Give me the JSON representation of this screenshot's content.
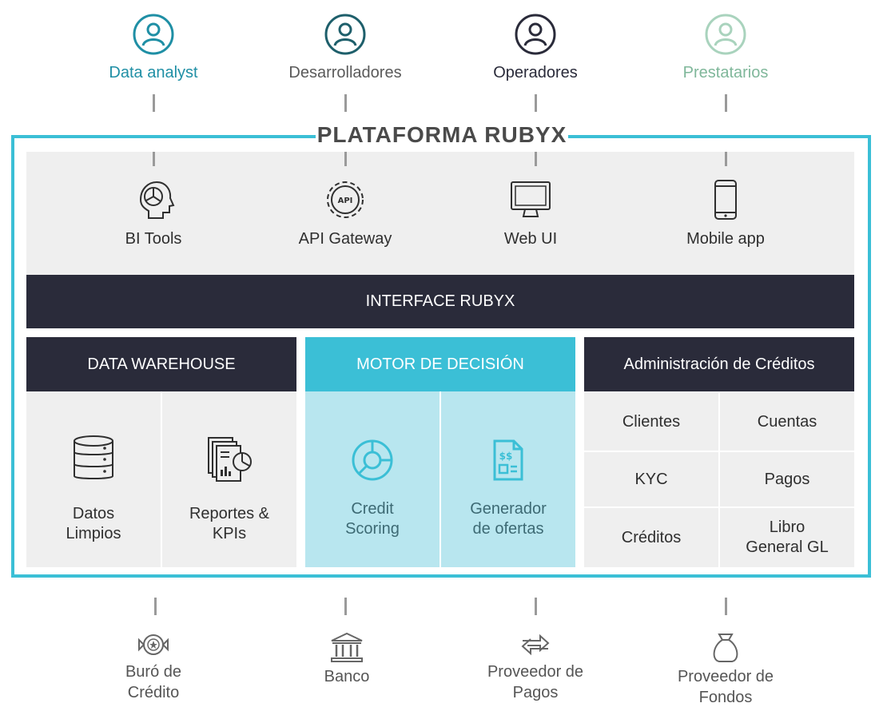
{
  "users": [
    {
      "label": "Data analyst",
      "color": "#1f8fa5"
    },
    {
      "label": "Desarrolladores",
      "color": "#5a5a5a"
    },
    {
      "label": "Operadores",
      "color": "#2a2b3a"
    },
    {
      "label": "Prestatarios",
      "color": "#7fb79a"
    }
  ],
  "platform_title": "PLATAFORMA RUBYX",
  "channels": [
    {
      "label": "BI Tools",
      "icon": "head-chart-icon"
    },
    {
      "label": "API Gateway",
      "icon": "api-gear-icon"
    },
    {
      "label": "Web UI",
      "icon": "monitor-icon"
    },
    {
      "label": "Mobile app",
      "icon": "mobile-phone-icon"
    }
  ],
  "interface_title": "INTERFACE RUBYX",
  "data_warehouse": {
    "title": "DATA WAREHOUSE",
    "items": [
      {
        "line1": "Datos",
        "line2": "Limpios",
        "icon": "database-icon"
      },
      {
        "line1": "Reportes &",
        "line2": "KPIs",
        "icon": "reports-icon"
      }
    ]
  },
  "decision_engine": {
    "title": "MOTOR DE DECISIÓN",
    "items": [
      {
        "line1": "Credit",
        "line2": "Scoring",
        "icon": "pie-chart-icon"
      },
      {
        "line1": "Generador",
        "line2": "de ofertas",
        "icon": "offer-document-icon"
      }
    ]
  },
  "credit_admin": {
    "title": "Administración de Créditos",
    "items": [
      {
        "line1": "Clientes",
        "line2": ""
      },
      {
        "line1": "Cuentas",
        "line2": ""
      },
      {
        "line1": "KYC",
        "line2": ""
      },
      {
        "line1": "Pagos",
        "line2": ""
      },
      {
        "line1": "Créditos",
        "line2": ""
      },
      {
        "line1": "Libro",
        "line2": "General GL"
      }
    ]
  },
  "externals": [
    {
      "line1": "Buró de",
      "line2": "Crédito",
      "icon": "badge-icon"
    },
    {
      "line1": "Banco",
      "line2": "",
      "icon": "bank-icon"
    },
    {
      "line1": "Proveedor de",
      "line2": "Pagos",
      "icon": "exchange-arrows-icon"
    },
    {
      "line1": "Proveedor de",
      "line2": "Fondos",
      "icon": "money-bag-icon"
    }
  ],
  "colors": {
    "accent": "#3bbfd6",
    "dark": "#2a2b3a",
    "light_panel": "#efefef",
    "decision_panel": "#b8e6ef"
  }
}
